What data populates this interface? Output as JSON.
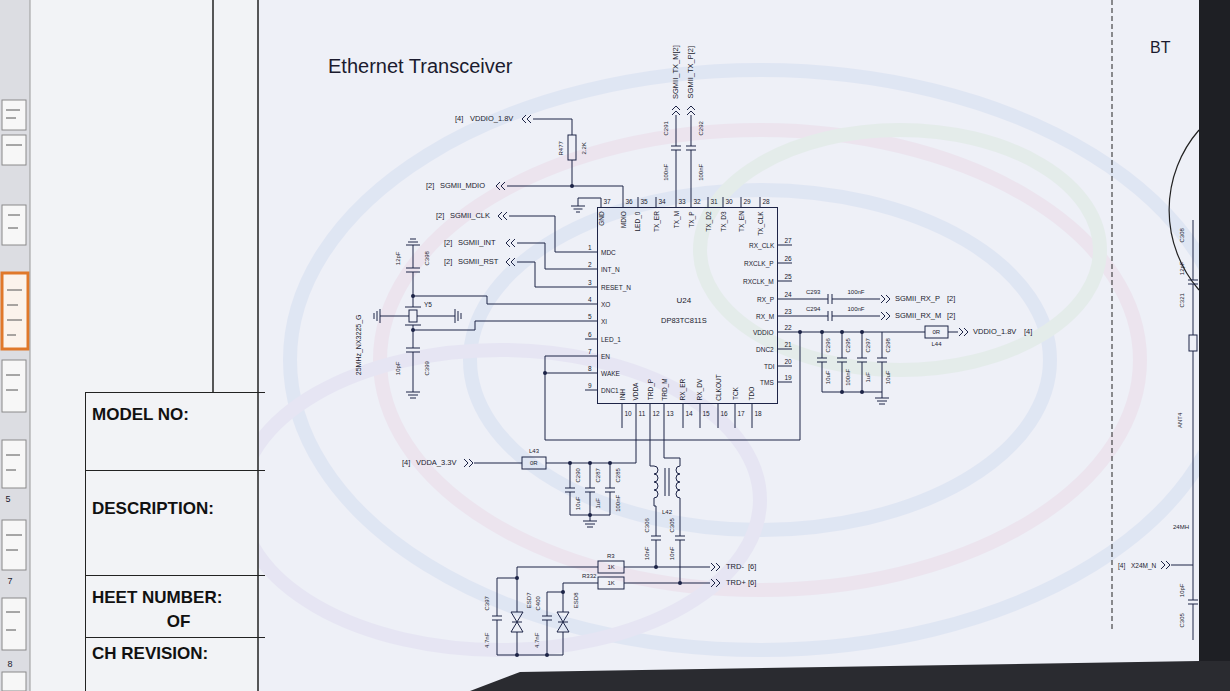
{
  "diagram": {
    "title": "Ethernet Transceiver",
    "nodes": [
      {
        "text": [
          "U24",
          "DP83TC811S"
        ]
      },
      {
        "text": [
          "MODEL NO:"
        ]
      },
      {
        "text": [
          "DESCRIPTION:"
        ]
      },
      {
        "text": [
          "HEET NUMBER:",
          "OF"
        ]
      },
      {
        "text": [
          "CH REVISION:"
        ]
      }
    ],
    "labels": [
      "37",
      "36",
      "35",
      "34",
      "33",
      "32",
      "31",
      "30",
      "29",
      "28",
      "GND",
      "MDIO",
      "LED_0",
      "TX_ER",
      "TX_M",
      "TX_P",
      "TX_D2",
      "TX_D3",
      "TX_EN",
      "TX_CLK",
      "1",
      "2",
      "3",
      "4",
      "5",
      "6",
      "7",
      "8",
      "9",
      "MDC",
      "INT_N",
      "RESET_N",
      "XO",
      "XI",
      "LED_1",
      "EN",
      "WAKE",
      "DNC1",
      "RX_CLK",
      "RXCLK_P",
      "RXCLK_M",
      "RX_P",
      "RX_M",
      "VDDIO",
      "DNC2",
      "TDI",
      "TMS",
      "27",
      "26",
      "25",
      "24",
      "23",
      "22",
      "21",
      "20",
      "19",
      "INH",
      "VDDA",
      "TRD_P",
      "TRD_M",
      "RX_ER",
      "RX_DV",
      "CLKOUT",
      "TCK",
      "TDO",
      "10",
      "11",
      "12",
      "13",
      "14",
      "15",
      "16",
      "17",
      "18",
      "[4]",
      "VDDIO_1.8V",
      "R477",
      "2.2K",
      "[2]",
      "SGMII_MDIO",
      "[2]",
      "SGMII_CLK",
      "[2]",
      "SGMII_INT",
      "[2]",
      "SGMII_RST",
      "12pF",
      "C398",
      "Y5",
      "10pF",
      "C399",
      "25MHz_NX3225_G",
      "SGMII_TX_M[2]",
      "SGMII_TX_P[2]",
      "C291",
      "100nF",
      "C292",
      "100nF",
      "C293",
      "100nF",
      "SGMII_RX_P",
      "[2]",
      "C294",
      "100nF",
      "SGMII_RX_M",
      "[2]",
      "0R",
      "L44",
      "VDDIO_1.8V",
      "[4]",
      "C296",
      "10uF",
      "C295",
      "100nF",
      "C297",
      "1uF",
      "C298",
      "10uF",
      "[4]",
      "VDDA_3.3V",
      "L43",
      "0R",
      "C290",
      "10uF",
      "C287",
      "1uF",
      "C285",
      "100nF",
      "L42",
      "C306",
      "10nF",
      "C305",
      "10nF",
      "R3",
      "1K",
      "R332",
      "1K",
      "TRD-",
      "[6]",
      "TRD+",
      "[6]",
      "C397",
      "4.7nF",
      "ESD7",
      "C400",
      "4.7nF",
      "ESD8",
      "BT",
      "C308",
      "12pF",
      "C321",
      "ANT4",
      "24MH",
      "[4]",
      "X24M_N",
      "10pF",
      "C305",
      "5",
      "7",
      "8"
    ]
  }
}
